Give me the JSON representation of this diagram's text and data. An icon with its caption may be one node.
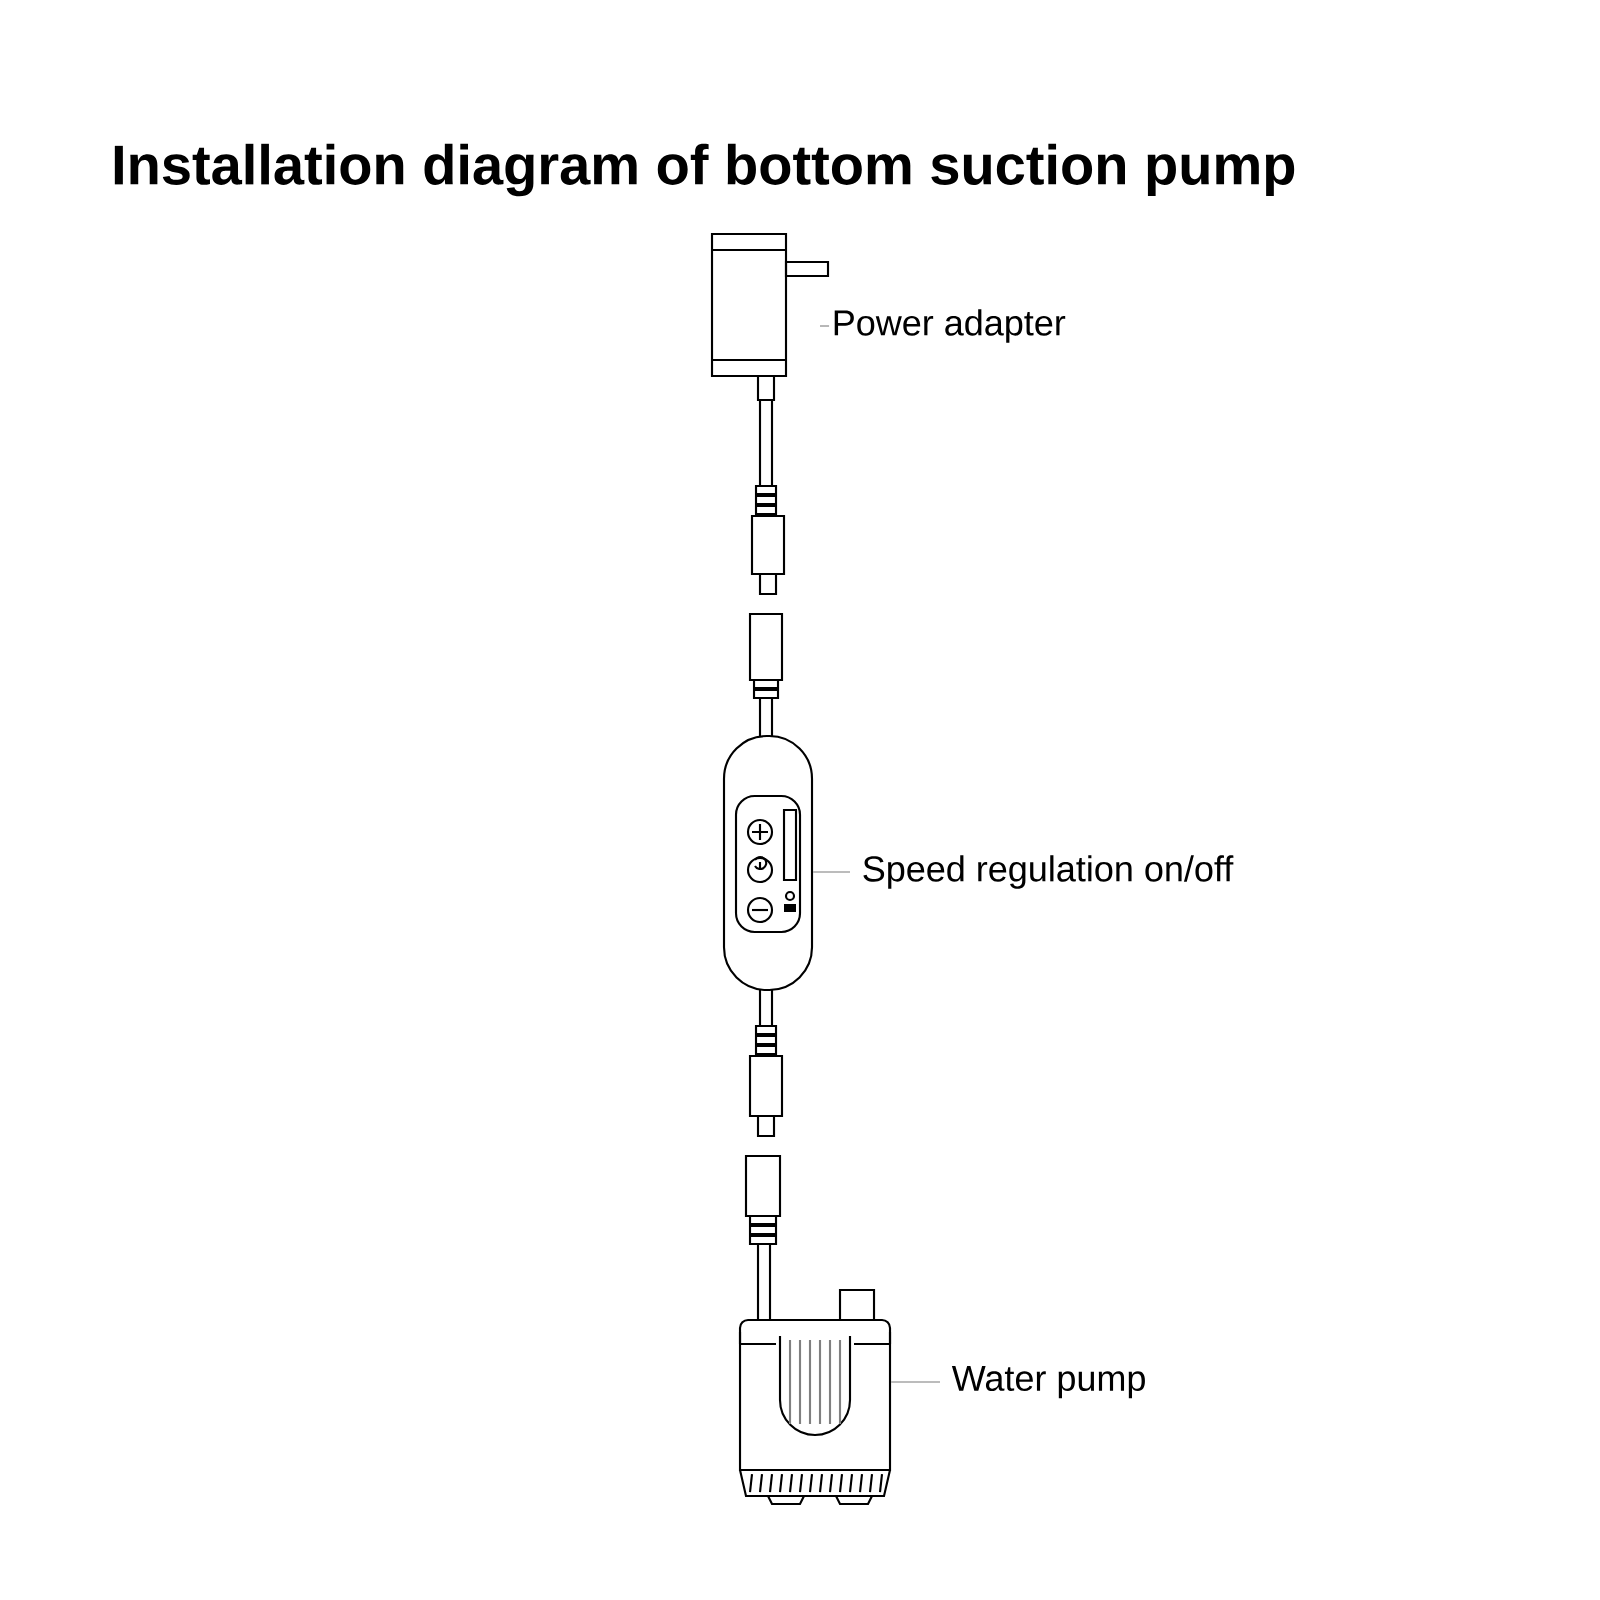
{
  "diagram": {
    "title": "Installation diagram of bottom suction pump",
    "nodes": [
      {
        "text": [
          "Power adapter"
        ]
      },
      {
        "text": [],
        "shape": "picture"
      },
      {
        "text": [
          "Speed regulation on/off"
        ]
      },
      {
        "text": [],
        "shape": "picture"
      },
      {
        "text": [
          "Water pump"
        ]
      },
      {
        "text": [],
        "shape": "picture"
      }
    ],
    "edges": [
      {
        "from": 0,
        "to": 1,
        "arrow": "none"
      },
      {
        "from": 2,
        "to": 3,
        "arrow": "none"
      },
      {
        "from": 4,
        "to": 5,
        "arrow": "none"
      }
    ]
  }
}
